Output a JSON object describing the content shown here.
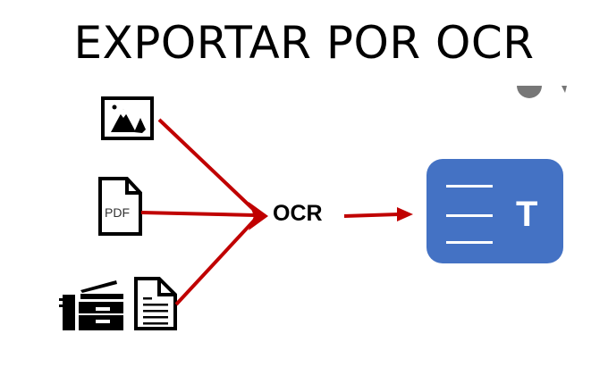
{
  "title": "EXPORTAR POR OCR",
  "inputs": [
    {
      "name": "image",
      "icon": "image-icon"
    },
    {
      "name": "pdf",
      "icon": "pdf-file-icon",
      "label": "PDF"
    },
    {
      "name": "scanned-document",
      "icon": "scanner-icon",
      "icon2": "document-icon"
    }
  ],
  "process": {
    "label": "OCR"
  },
  "output": {
    "icon": "text-document-icon",
    "letter": "T",
    "color": "#4472C4"
  },
  "colors": {
    "arrow": "#C00000",
    "output_box": "#4472C4",
    "text": "#000000"
  }
}
